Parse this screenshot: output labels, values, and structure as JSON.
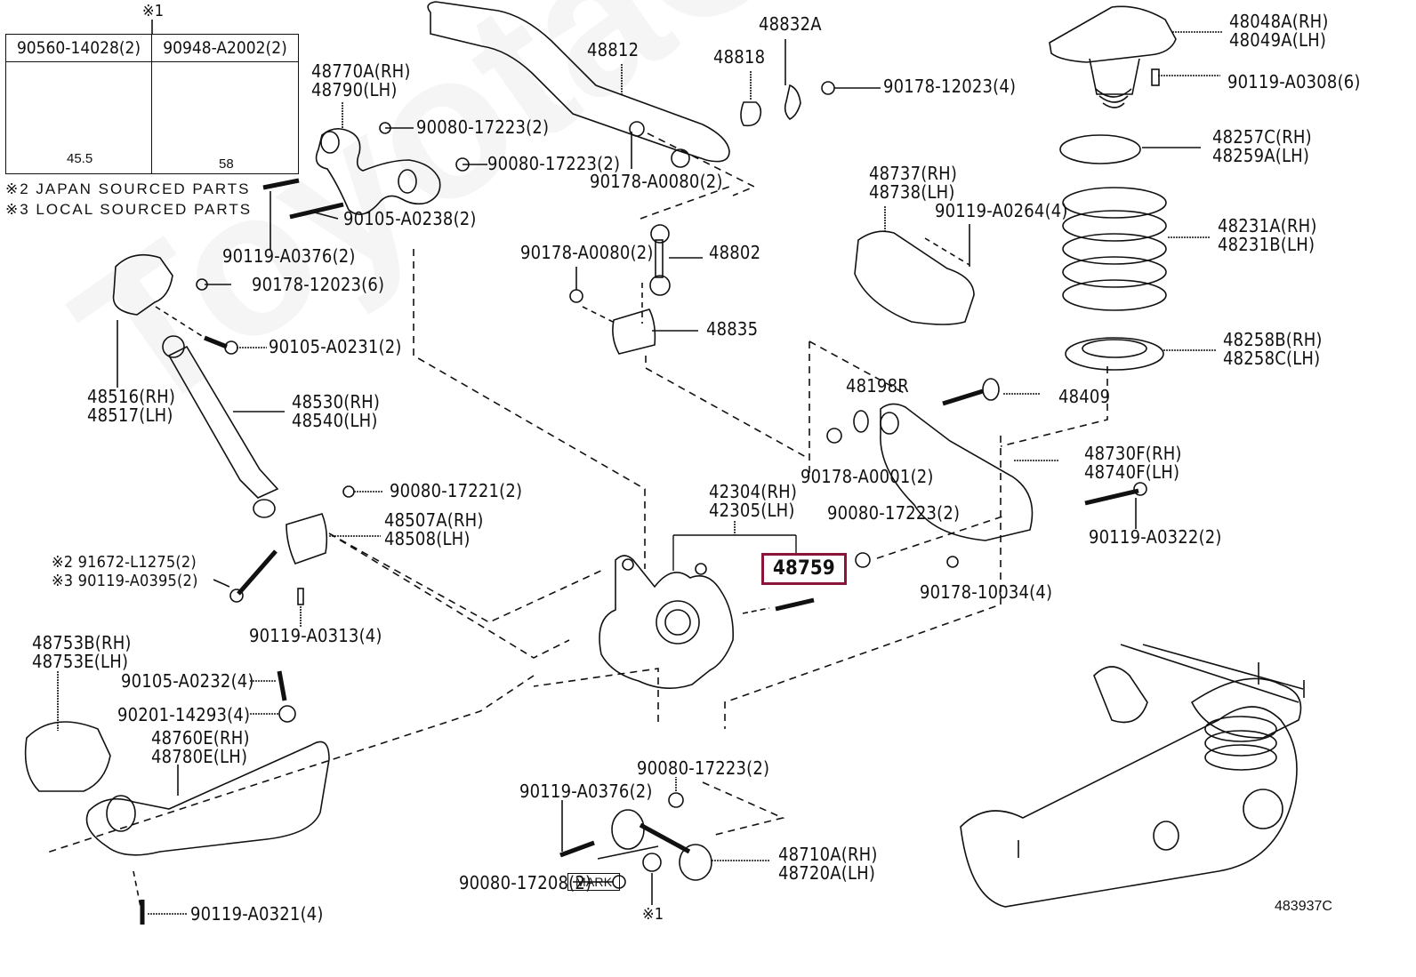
{
  "diagram": {
    "title_ref": "483937C",
    "highlight_color": "#8a1538",
    "watermark": "ToyotaCarMine.ru"
  },
  "washer_table": {
    "marker": "※1",
    "columns": [
      {
        "part": "90560-14028(2)",
        "dimension": "45.5"
      },
      {
        "part": "90948-A2002(2)",
        "dimension": "58"
      }
    ]
  },
  "notes": [
    "※2 JAPAN SOURCED PARTS",
    "※3 LOCAL SOURCED PARTS"
  ],
  "parts": {
    "p48770A": [
      "48770A(RH)",
      "48790(LH)"
    ],
    "p90080_17223_a": "90080-17223(2)",
    "p90080_17223_b": "90080-17223(2)",
    "p90105_A0238": "90105-A0238(2)",
    "p90119_A0376_a": "90119-A0376(2)",
    "p48812": "48812",
    "p48818": "48818",
    "p48832A": "48832A",
    "p90178_12023_4": "90178-12023(4)",
    "p90178_A0080_a": "90178-A0080(2)",
    "p90178_A0080_b": "90178-A0080(2)",
    "p48802": "48802",
    "p48835": "48835",
    "p48048A": [
      "48048A(RH)",
      "48049A(LH)"
    ],
    "p90119_A0308": "90119-A0308(6)",
    "p48257C": [
      "48257C(RH)",
      "48259A(LH)"
    ],
    "p48231A": [
      "48231A(RH)",
      "48231B(LH)"
    ],
    "p48258B": [
      "48258B(RH)",
      "48258C(LH)"
    ],
    "p48737": [
      "48737(RH)",
      "48738(LH)"
    ],
    "p90119_A0264": "90119-A0264(4)",
    "p48198R": "48198R",
    "p48409": "48409",
    "p90178_A0001": "90178-A0001(2)",
    "p48730F": [
      "48730F(RH)",
      "48740F(LH)"
    ],
    "p90080_17223_c": "90080-17223(2)",
    "p90119_A0322": "90119-A0322(2)",
    "p90178_10034": "90178-10034(4)",
    "p42304": [
      "42304(RH)",
      "42305(LH)"
    ],
    "p48759": "48759",
    "p90178_12023_6": "90178-12023(6)",
    "p90105_A0231": "90105-A0231(2)",
    "p48516": [
      "48516(RH)",
      "48517(LH)"
    ],
    "p48530": [
      "48530(RH)",
      "48540(LH)"
    ],
    "p90080_17221": "90080-17221(2)",
    "p48507A": [
      "48507A(RH)",
      "48508(LH)"
    ],
    "p91672": [
      "※2 91672-L1275(2)",
      "※3 90119-A0395(2)"
    ],
    "p90119_A0313": "90119-A0313(4)",
    "p48753B": [
      "48753B(RH)",
      "48753E(LH)"
    ],
    "p90105_A0232": "90105-A0232(4)",
    "p90201_14293": "90201-14293(4)",
    "p48760E": [
      "48760E(RH)",
      "48780E(LH)"
    ],
    "p90119_A0321": "90119-A0321(4)",
    "p90080_17223_d": "90080-17223(2)",
    "p90119_A0376_b": "90119-A0376(2)",
    "p48710A": [
      "48710A(RH)",
      "48720A(LH)"
    ],
    "mark": "MARK",
    "p90080_17208": "90080-17208(2)",
    "marker1_bottom": "※1"
  }
}
